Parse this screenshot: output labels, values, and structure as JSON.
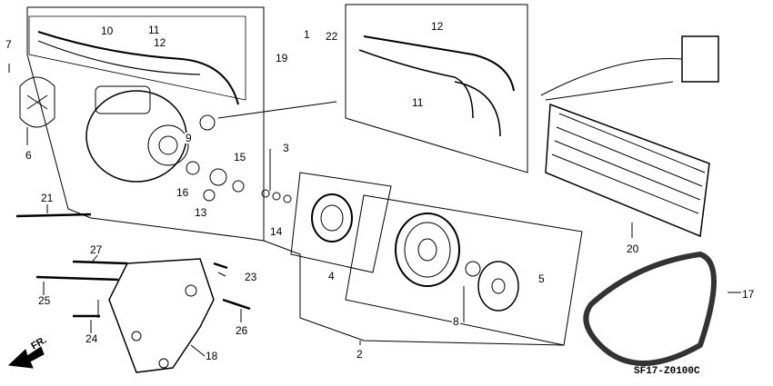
{
  "diagram_code": "SF17-Z0100C",
  "direction_label": "FR.",
  "callouts": [
    "7",
    "10",
    "11",
    "12",
    "6",
    "9",
    "3",
    "15",
    "16",
    "13",
    "21",
    "1",
    "22",
    "19",
    "12",
    "11",
    "14",
    "4",
    "8",
    "5",
    "20",
    "17",
    "27",
    "25",
    "23",
    "24",
    "26",
    "18",
    "2"
  ]
}
